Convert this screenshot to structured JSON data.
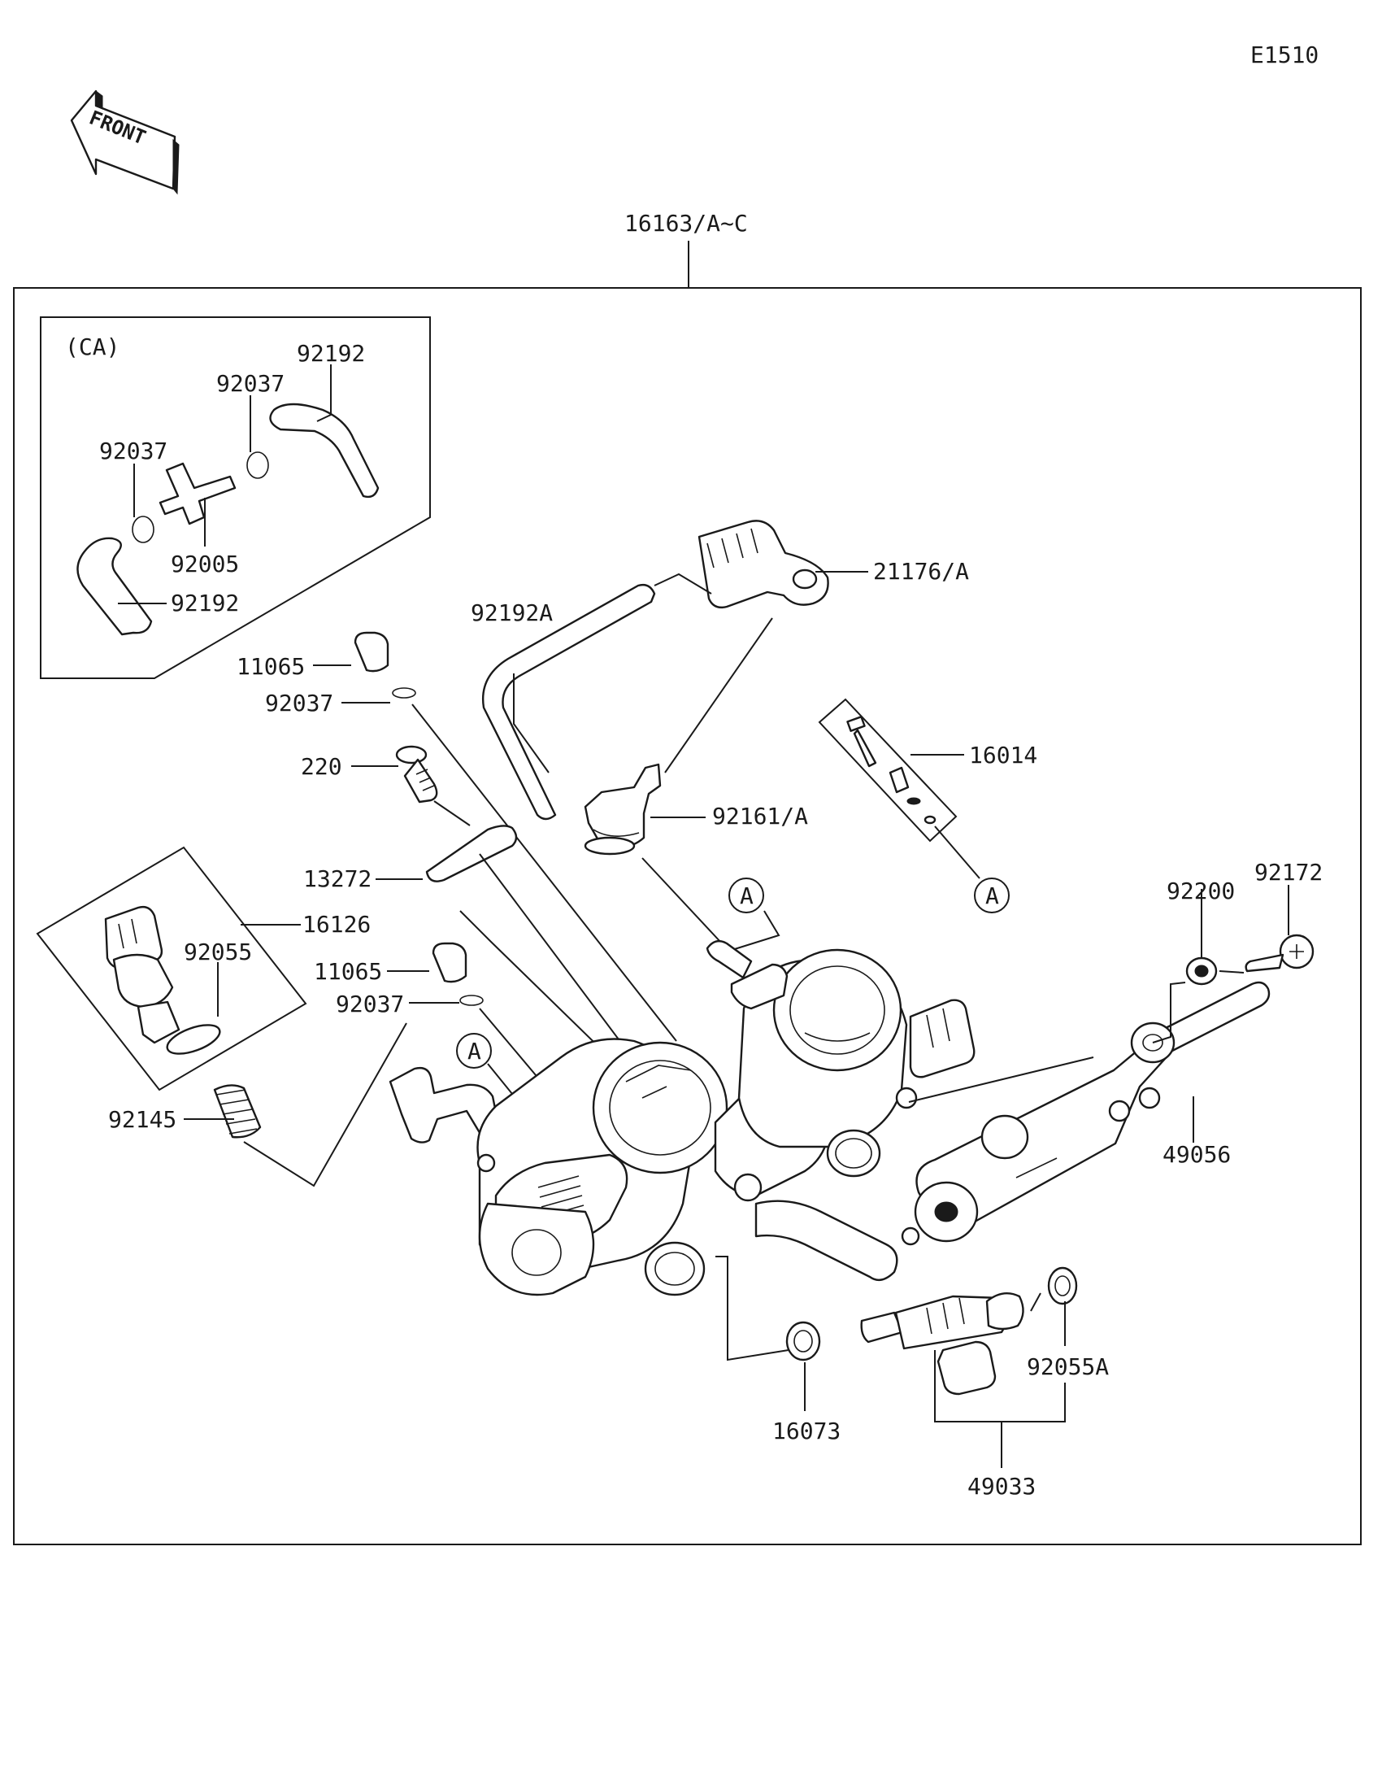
{
  "diagram_id": "E1510",
  "front_label": "FRONT",
  "assembly_part": "16163/A~C",
  "ca_label": "(CA)",
  "callouts": {
    "p92192_top": "92192",
    "p92037_a": "92037",
    "p92037_b": "92037",
    "p92005": "92005",
    "p92192_bottom": "92192",
    "p21176": "21176/A",
    "p92192A": "92192A",
    "p11065_a": "11065",
    "p92037_c": "92037",
    "p16014": "16014",
    "p220": "220",
    "p92161": "92161/A",
    "p13272": "13272",
    "p16126": "16126",
    "p92055": "92055",
    "p11065_b": "11065",
    "p92037_d": "92037",
    "p92145": "92145",
    "p92200": "92200",
    "p92172": "92172",
    "p49056": "49056",
    "p16073": "16073",
    "p92055A": "92055A",
    "p49033": "49033",
    "ref_a1": "A",
    "ref_a2": "A",
    "ref_a3": "A"
  }
}
